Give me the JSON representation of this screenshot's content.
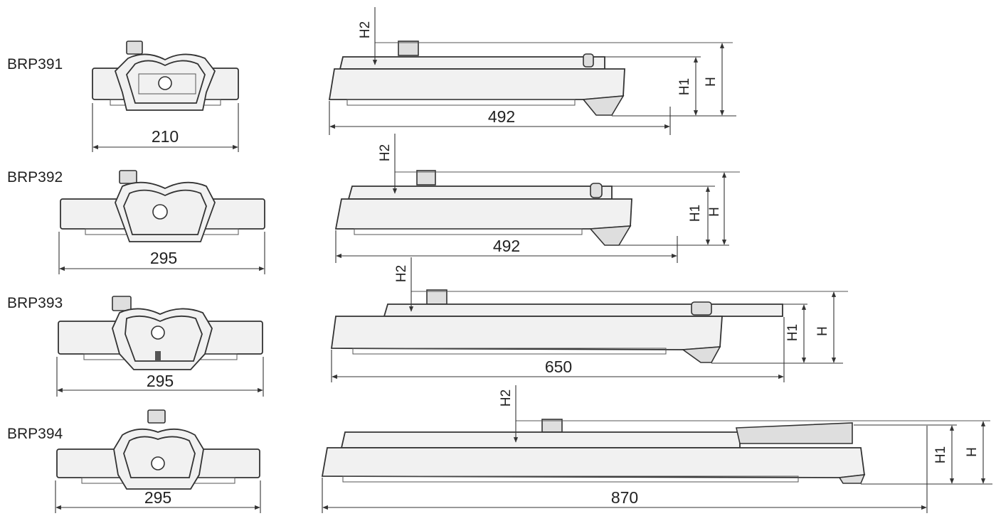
{
  "models": [
    {
      "label": "BRP391",
      "front_width": "210",
      "side_length": "492",
      "h2": "H2",
      "h1": "H1",
      "h": "H"
    },
    {
      "label": "BRP392",
      "front_width": "295",
      "side_length": "492",
      "h2": "H2",
      "h1": "H1",
      "h": "H"
    },
    {
      "label": "BRP393",
      "front_width": "295",
      "side_length": "650",
      "h2": "H2",
      "h1": "H1",
      "h": "H"
    },
    {
      "label": "BRP394",
      "front_width": "295",
      "side_length": "870",
      "h2": "H2",
      "h1": "H1",
      "h": "H"
    }
  ]
}
